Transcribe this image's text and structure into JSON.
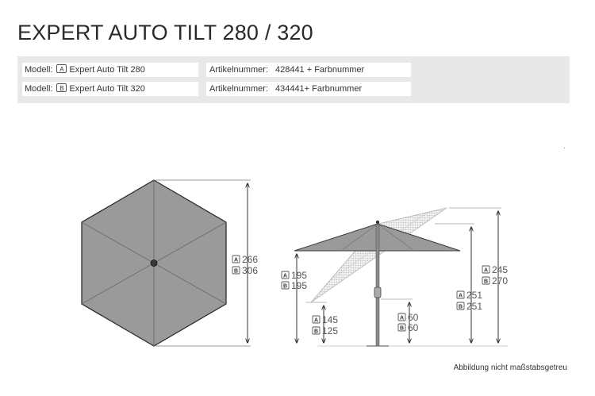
{
  "title": "EXPERT AUTO TILT 280 / 320",
  "specs": [
    {
      "label": "Modell:",
      "badge": "A",
      "model": "Expert Auto Tilt 280",
      "article_label": "Artikelnummer:",
      "article": "428441 + Farbnummer"
    },
    {
      "label": "Modell:",
      "badge": "B",
      "model": "Expert Auto Tilt 320",
      "article_label": "Artikelnummer:",
      "article": "434441+ Farbnummer"
    }
  ],
  "dimensions": {
    "top_view": {
      "a": "266",
      "b": "306"
    },
    "canopy_edge_height": {
      "a": "195",
      "b": "195"
    },
    "tilted_edge_height": {
      "a": "145",
      "b": "125"
    },
    "crank_height": {
      "a": "60",
      "b": "60"
    },
    "tilted_total_height": {
      "a": "251",
      "b": "251"
    },
    "total_height": {
      "a": "245",
      "b": "270"
    }
  },
  "badges": {
    "a": "A",
    "b": "B"
  },
  "note": "Abbildung nicht maßstabsgetreu",
  "colors": {
    "canopy": "#9a9a9a",
    "canopy_edge": "#3a3a3a",
    "panel": "#e8e8e8",
    "pole": "#777777"
  }
}
